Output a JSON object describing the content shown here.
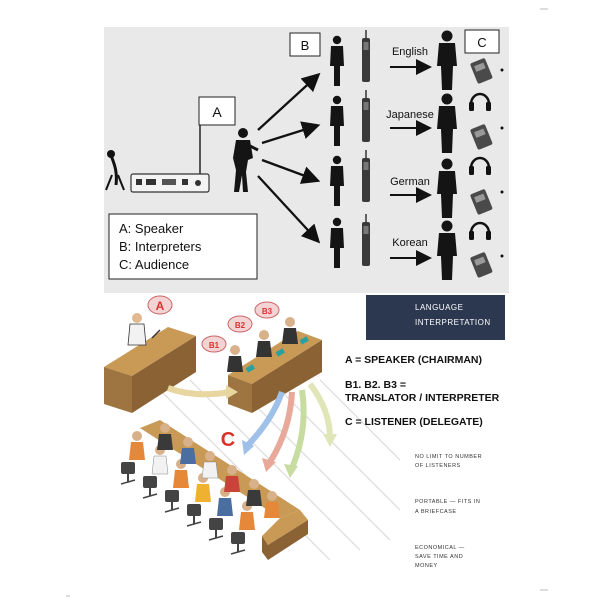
{
  "top_diagram": {
    "box_a": "A",
    "box_b": "B",
    "box_c": "C",
    "languages": [
      "English",
      "Japanese",
      "German",
      "Korean"
    ],
    "legend": [
      "A: Speaker",
      "B: Interpreters",
      "C: Audience"
    ]
  },
  "bottom_diagram": {
    "bubble_a": "A",
    "bubble_b1": "B1",
    "bubble_b2": "B2",
    "bubble_b3": "B3",
    "label_c": "C",
    "banner_line1": "LANGUAGE",
    "banner_line2": "INTERPRETATION",
    "def_a": "A  = SPEAKER (CHAIRMAN)",
    "def_b_line1": "B1. B2. B3 =",
    "def_b_line2": "TRANSLATOR / INTERPRETER",
    "def_c": "C  = LISTENER (DELEGATE)",
    "note1_line1": "NO LIMIT TO NUMBER",
    "note1_line2": "OF LISTENERS",
    "note2_line1": "PORTABLE — FITS IN",
    "note2_line2": "A BRIEFCASE",
    "note3_line1": "ECONOMICAL —",
    "note3_line2": "SAVE TIME AND",
    "note3_line3": "MONEY"
  },
  "colors": {
    "panel_bg": "#e9e9e9",
    "banner_bg": "#2c3850",
    "accent_red": "#d9332b",
    "desk_wood": "#b98b4a",
    "figure": "#141414"
  }
}
